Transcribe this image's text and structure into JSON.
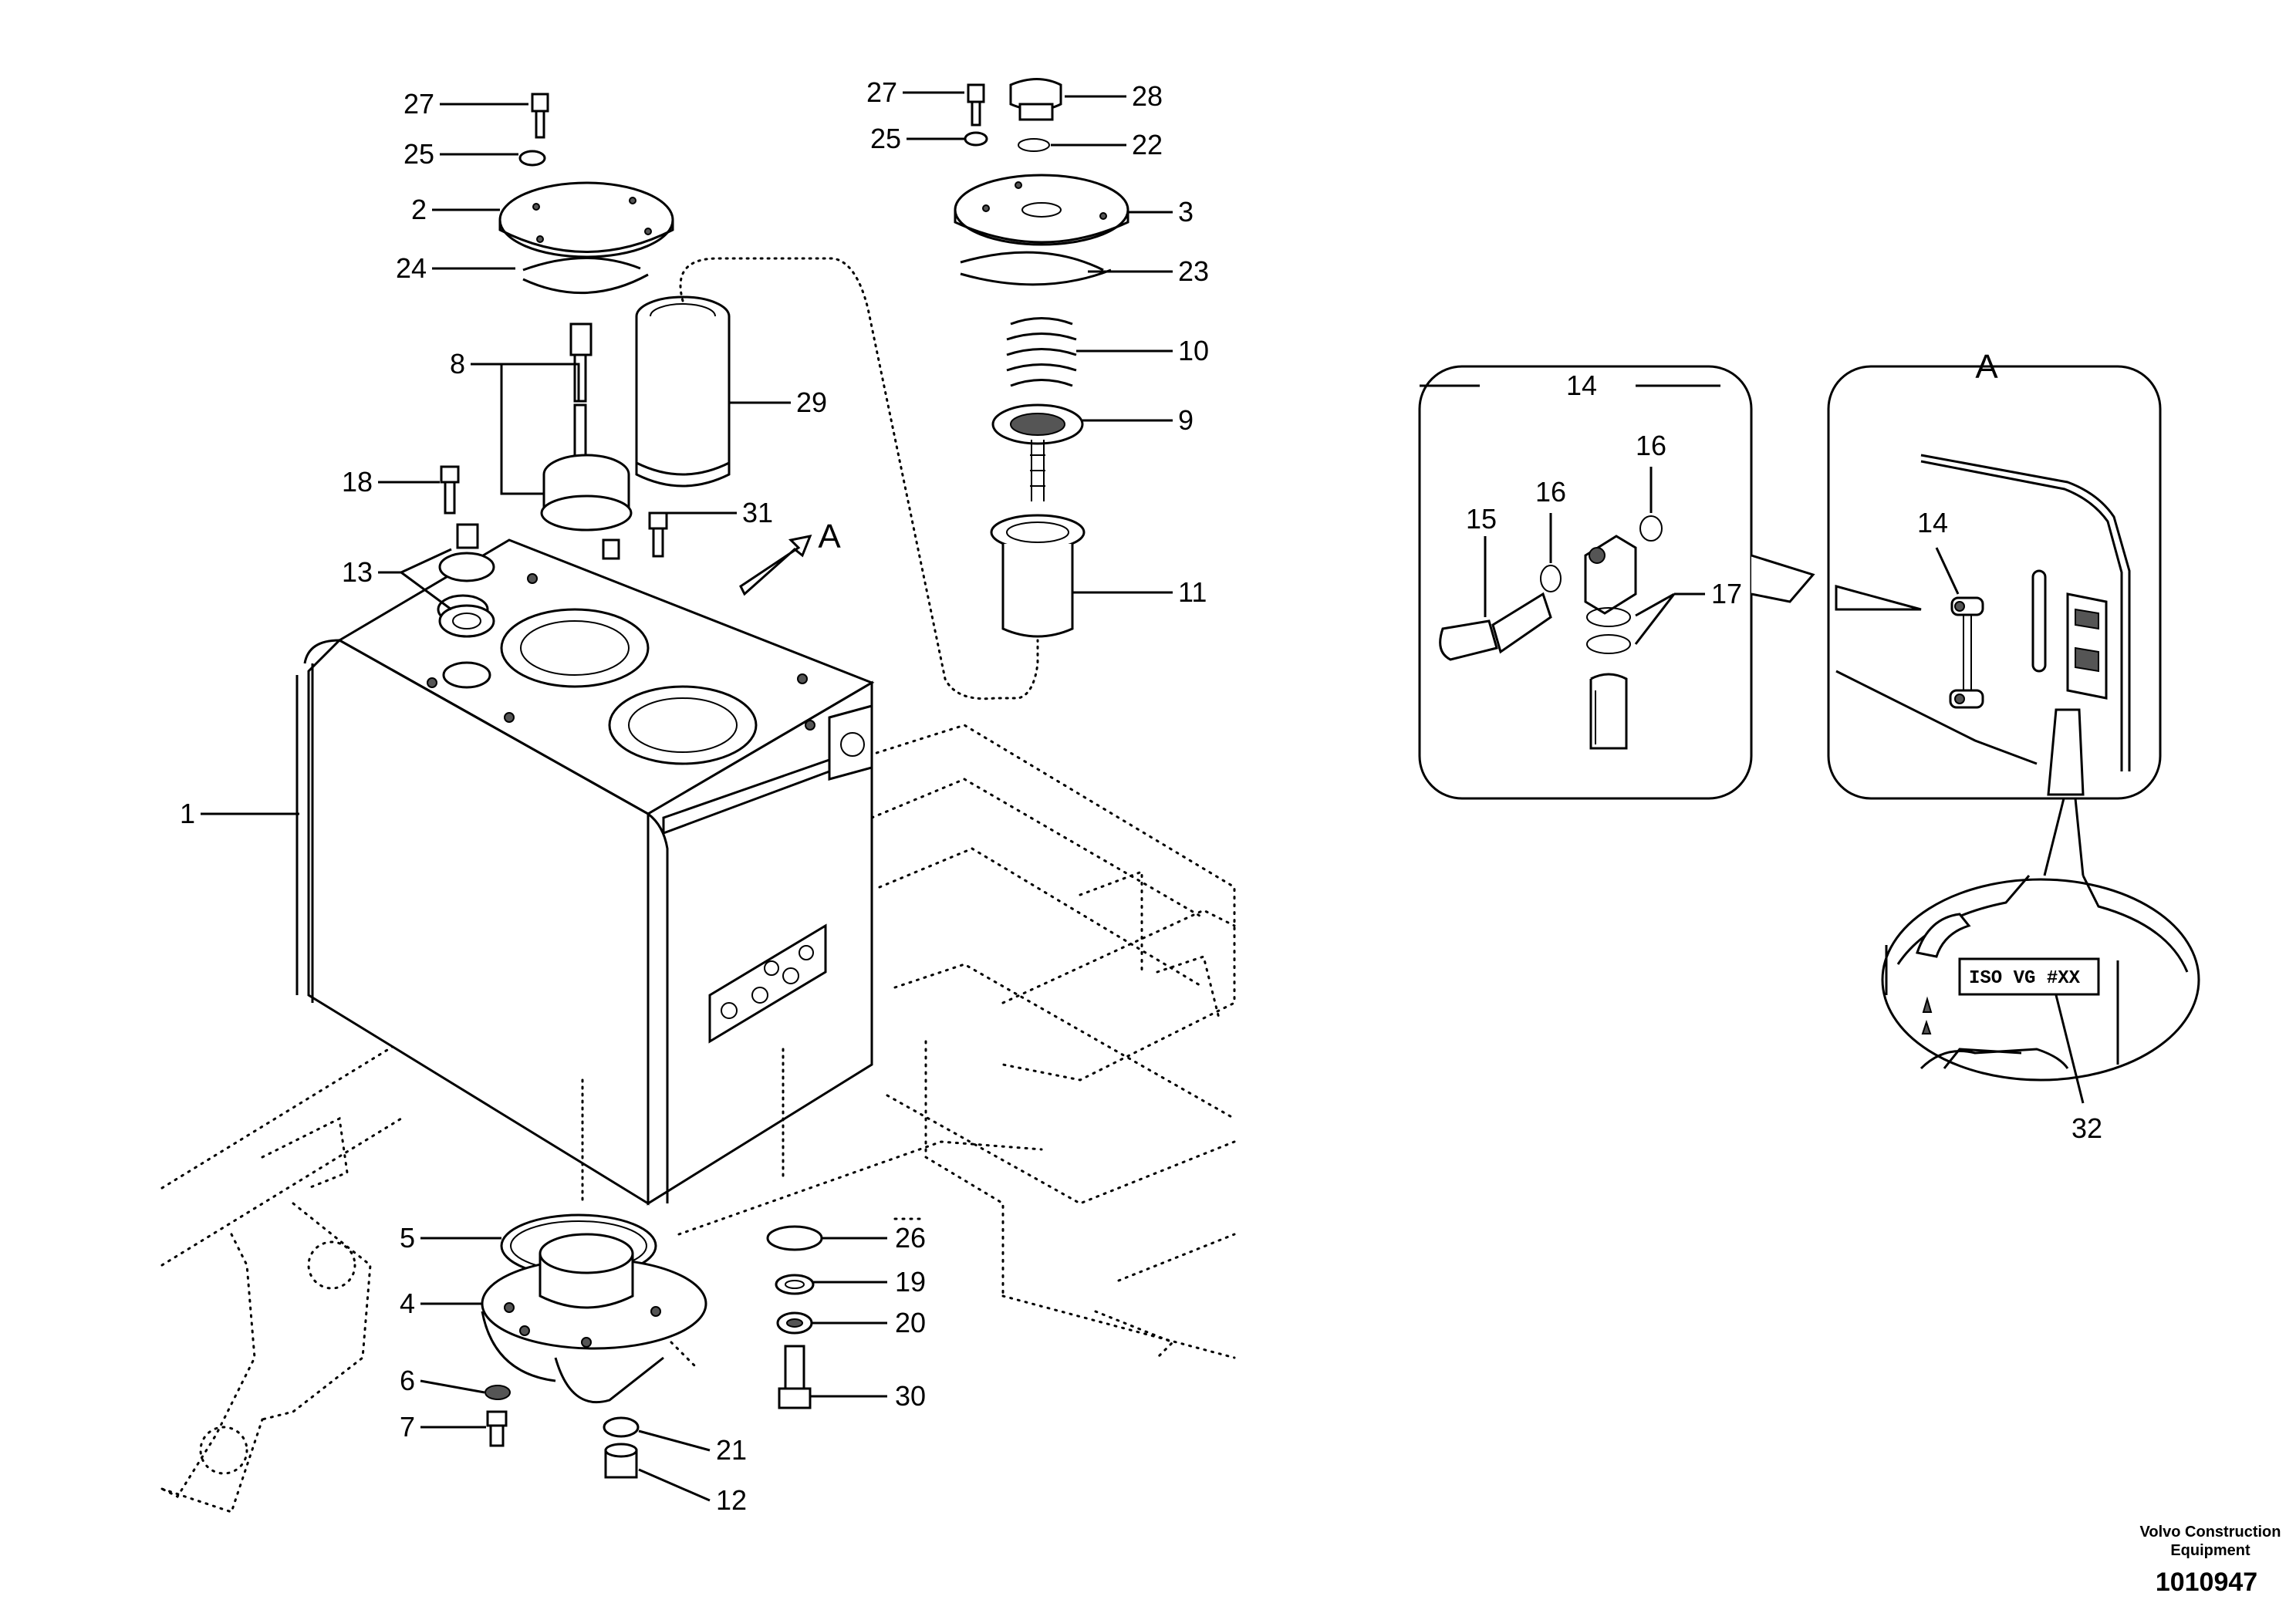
{
  "callouts": {
    "c27a": "27",
    "c25a": "25",
    "c2": "2",
    "c24": "24",
    "c8": "8",
    "c18": "18",
    "c13": "13",
    "c1": "1",
    "c29": "29",
    "c31": "31",
    "cA": "A",
    "c27b": "27",
    "c28": "28",
    "c25b": "25",
    "c22": "22",
    "c3": "3",
    "c23": "23",
    "c10": "10",
    "c9": "9",
    "c11": "11",
    "c5": "5",
    "c4": "4",
    "c6": "6",
    "c7": "7",
    "c26": "26",
    "c19": "19",
    "c20": "20",
    "c30": "30",
    "c21": "21",
    "c12": "12",
    "d14": "14",
    "d16a": "16",
    "d16b": "16",
    "d15": "15",
    "d17": "17",
    "dA": "A",
    "d14b": "14",
    "d32": "32"
  },
  "plate": {
    "text": "ISO VG #XX"
  },
  "footer": {
    "brand_line1": "Volvo Construction",
    "brand_line2": "Equipment",
    "drawing_number": "1010947"
  }
}
